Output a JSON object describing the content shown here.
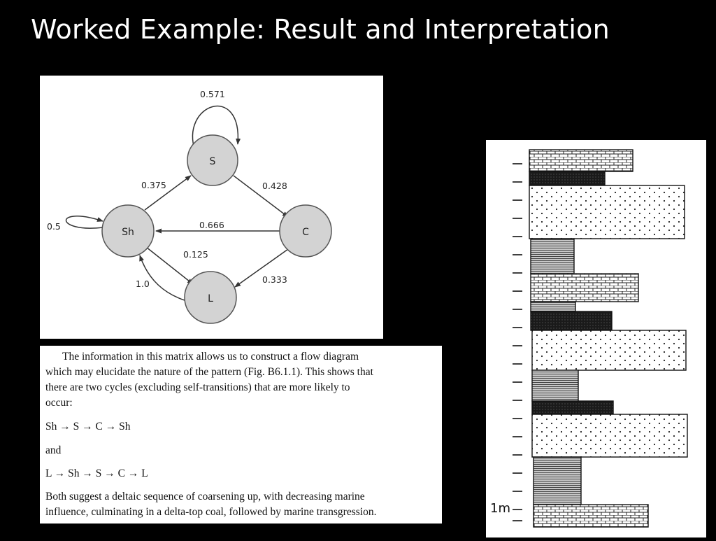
{
  "slide": {
    "title": "Worked Example: Result and Interpretation"
  },
  "flow_diagram": {
    "nodes": {
      "s": "S",
      "sh": "Sh",
      "c": "C",
      "l": "L"
    },
    "edges": {
      "s_self": "0.571",
      "sh_to_s": "0.375",
      "s_to_c": "0.428",
      "sh_self": "0.5",
      "c_to_sh": "0.666",
      "sh_to_l": "0.125",
      "l_to_sh": "1.0",
      "c_to_l": "0.333"
    }
  },
  "excerpt": {
    "para1_l1": "The information in this matrix allows us to construct a flow diagram",
    "para1_l2": "which may elucidate the nature of the pattern (Fig. B6.1.1). This shows that",
    "para1_l3": "there are two cycles (excluding self-transitions) that are more likely to",
    "para1_l4": "occur:",
    "cycle1": "Sh → S → C → Sh",
    "and": "and",
    "cycle2": "L → Sh → S → C → L",
    "para2_l1": "Both suggest a deltaic sequence of coarsening up, with decreasing marine",
    "para2_l2": "influence, culminating in a delta-top coal, followed by marine transgression."
  },
  "column": {
    "scale_label": "1m"
  }
}
